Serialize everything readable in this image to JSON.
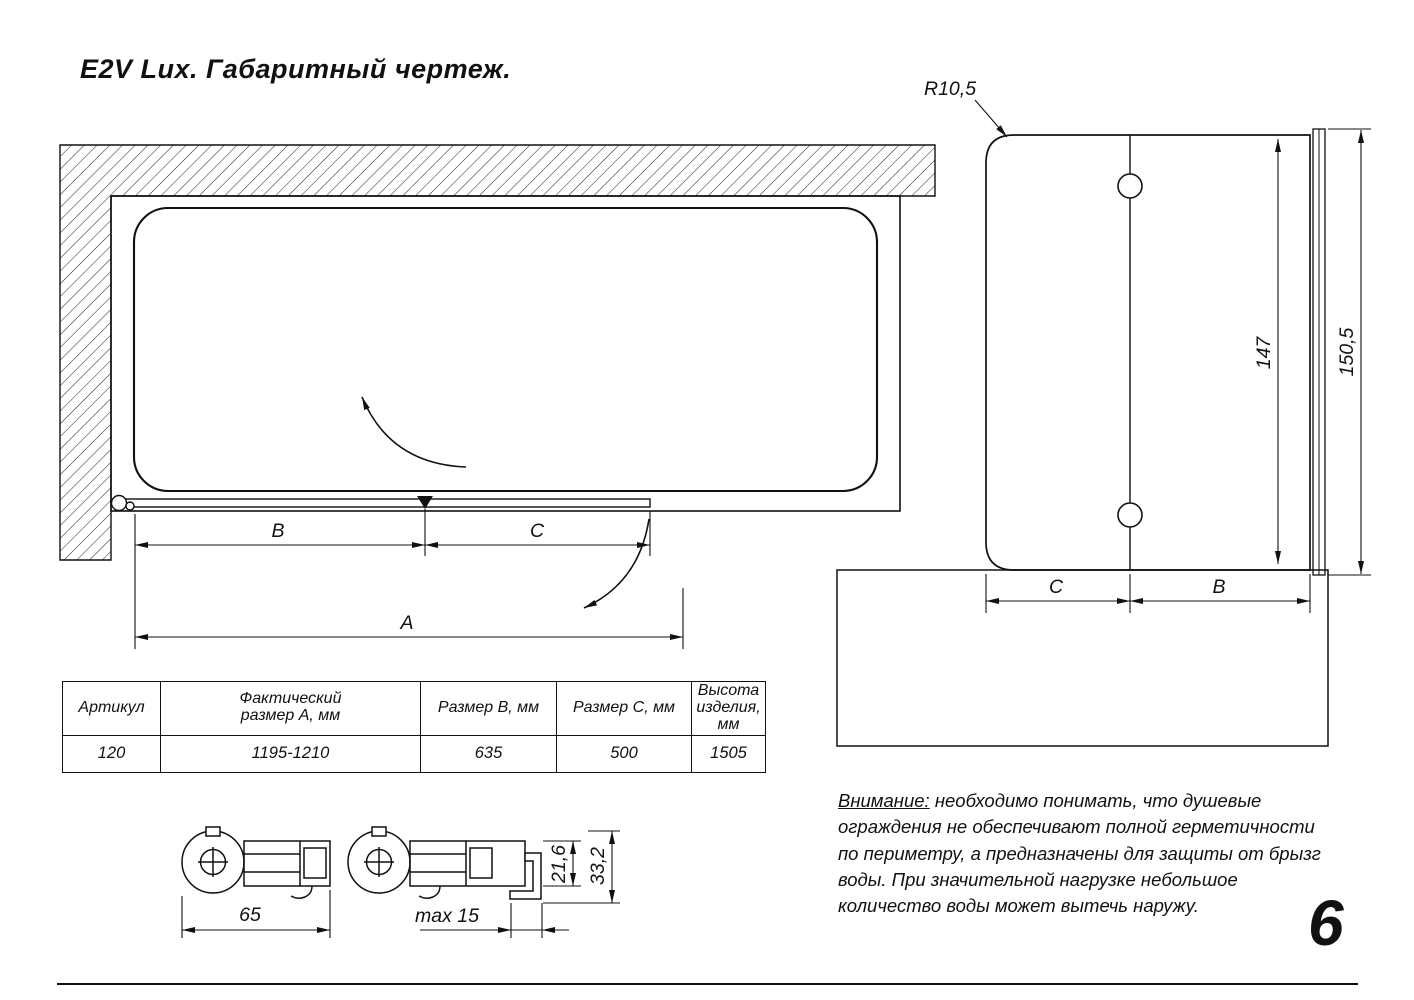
{
  "title": "E2V Lux. Габаритный чертеж.",
  "page_number": "6",
  "colors": {
    "ink": "#111111",
    "paper": "#ffffff"
  },
  "top_view": {
    "dim_b_label": "B",
    "dim_c_label": "C",
    "dim_a_label": "A"
  },
  "front_view": {
    "radius_label": "R10,5",
    "glass_height_label": "147",
    "total_height_label": "150,5",
    "dim_c_label": "C",
    "dim_b_label": "B"
  },
  "profiles": {
    "width_label": "65",
    "max_gap_label": "max 15",
    "inner_height_label": "21,6",
    "outer_height_label": "33,2"
  },
  "table": {
    "headers": [
      "Артикул",
      "Фактический\nразмер А, мм",
      "Размер В, мм",
      "Размер С, мм",
      "Высота\nизделия,\nмм"
    ],
    "row": [
      "120",
      "1195-1210",
      "635",
      "500",
      "1505"
    ]
  },
  "warning": {
    "label": "Внимание:",
    "text": " необходимо понимать, что душевые ограждения не обеспечивают полной герметичности по периметру, а предназначены для защиты от брызг воды. При значительной нагрузке небольшое количество воды может вытечь наружу."
  }
}
